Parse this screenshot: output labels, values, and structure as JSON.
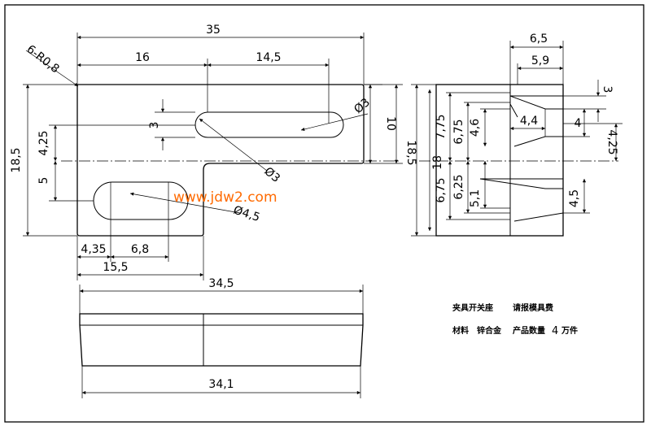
{
  "top_view": {
    "dims": {
      "overall_width": "35",
      "slot_offset": "16",
      "slot_length": "14,5",
      "corner_radius": "6-R0,8",
      "slot_width": "3",
      "slot_diameter": "Ø3",
      "height_right": "10",
      "height_total": "18,5",
      "upper_offset": "4,25",
      "lower_offset": "5",
      "lower_slot_diameter": "Ø3",
      "lower_slot_hole": "Ø4,5",
      "left_offset": "4,35",
      "lower_slot_length": "6,8",
      "step_width": "15,5"
    }
  },
  "front_view": {
    "dims": {
      "overall_width": "34,5",
      "bottom_width": "34,1"
    }
  },
  "side_view": {
    "dims": {
      "top_width": "6,5",
      "inner_width": "5,9",
      "chamfer_height": "3",
      "height_total": "18,5",
      "height_inner": "18",
      "upper_775": "7,75",
      "upper_675": "6,75",
      "upper_46": "4,6",
      "bore_width": "4,4",
      "bore_dia": "4",
      "bore_right": "4,25",
      "lower_675": "6,75",
      "lower_625": "6,25",
      "lower_51": "5,1",
      "lower_45": "4,5"
    }
  },
  "notes": {
    "part_name": "夹具开关座",
    "part_name_suffix": "请报模具费",
    "material_label": "材料",
    "material_value": "锌合金",
    "quantity_label": "产品数量",
    "quantity_value": "4",
    "quantity_unit": "万件"
  },
  "watermark": "www.jdw2.com"
}
